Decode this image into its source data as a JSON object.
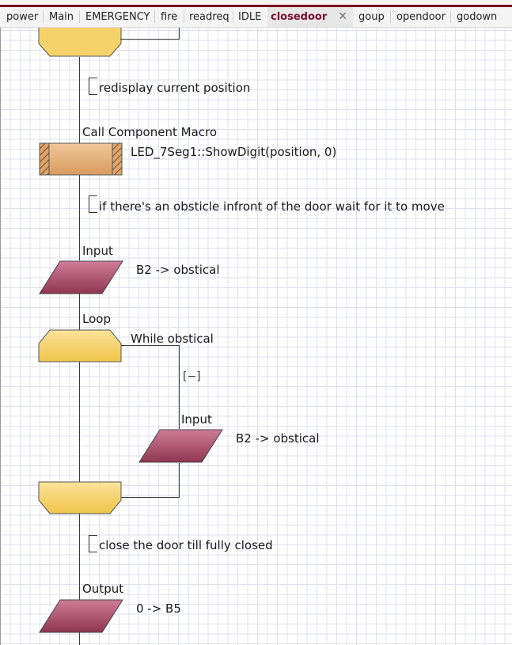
{
  "tabs": [
    {
      "label": "power"
    },
    {
      "label": "Main"
    },
    {
      "label": "EMERGENCY"
    },
    {
      "label": "fire"
    },
    {
      "label": "readreq"
    },
    {
      "label": "IDLE"
    },
    {
      "label": "closedoor",
      "active": true
    },
    {
      "label": "goup"
    },
    {
      "label": "opendoor"
    },
    {
      "label": "godown"
    }
  ],
  "close_glyph": "✕",
  "flowchart": {
    "comment_redisplay": "redisplay current position",
    "macro": {
      "type": "Call Component Macro",
      "text": "LED_7Seg1::ShowDigit(position, 0)"
    },
    "comment_obsticle": "if there's an obsticle infront of the door wait for it to move",
    "input1": {
      "type": "Input",
      "text": "B2 -> obstical"
    },
    "loop": {
      "type": "Loop",
      "text": "While obstical"
    },
    "collapse_toggle": "[−]",
    "input2": {
      "type": "Input",
      "text": "B2 -> obstical"
    },
    "comment_close": "close the door till fully closed",
    "output": {
      "type": "Output",
      "text": "0 -> B5"
    }
  },
  "colors": {
    "tab_accent": "#7a0a1e",
    "loop_fill": "#f6d36a",
    "macro_fill": "#dca56c",
    "io_fill": "#a24562"
  }
}
